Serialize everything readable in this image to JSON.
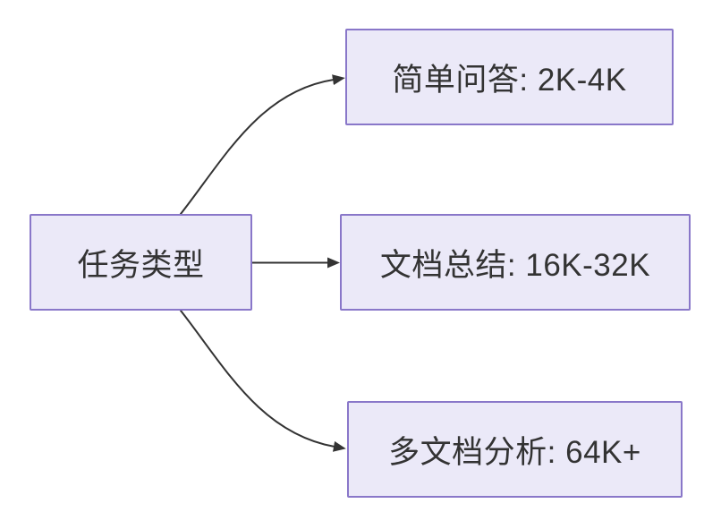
{
  "diagram": {
    "type": "flowchart",
    "direction": "LR",
    "colors": {
      "background": "#ffffff",
      "node_fill": "#EBE9F8",
      "node_border": "#8977C9",
      "text": "#333333",
      "edge": "#333333"
    },
    "nodes": [
      {
        "id": "root",
        "label": "任务类型"
      },
      {
        "id": "branch-0",
        "label": "简单问答: 2K-4K"
      },
      {
        "id": "branch-1",
        "label": "文档总结: 16K-32K"
      },
      {
        "id": "branch-2",
        "label": "多文档分析: 64K+"
      }
    ],
    "edges": [
      {
        "from": "root",
        "to": "branch-0",
        "style": "arrow"
      },
      {
        "from": "root",
        "to": "branch-1",
        "style": "arrow"
      },
      {
        "from": "root",
        "to": "branch-2",
        "style": "arrow"
      }
    ]
  }
}
